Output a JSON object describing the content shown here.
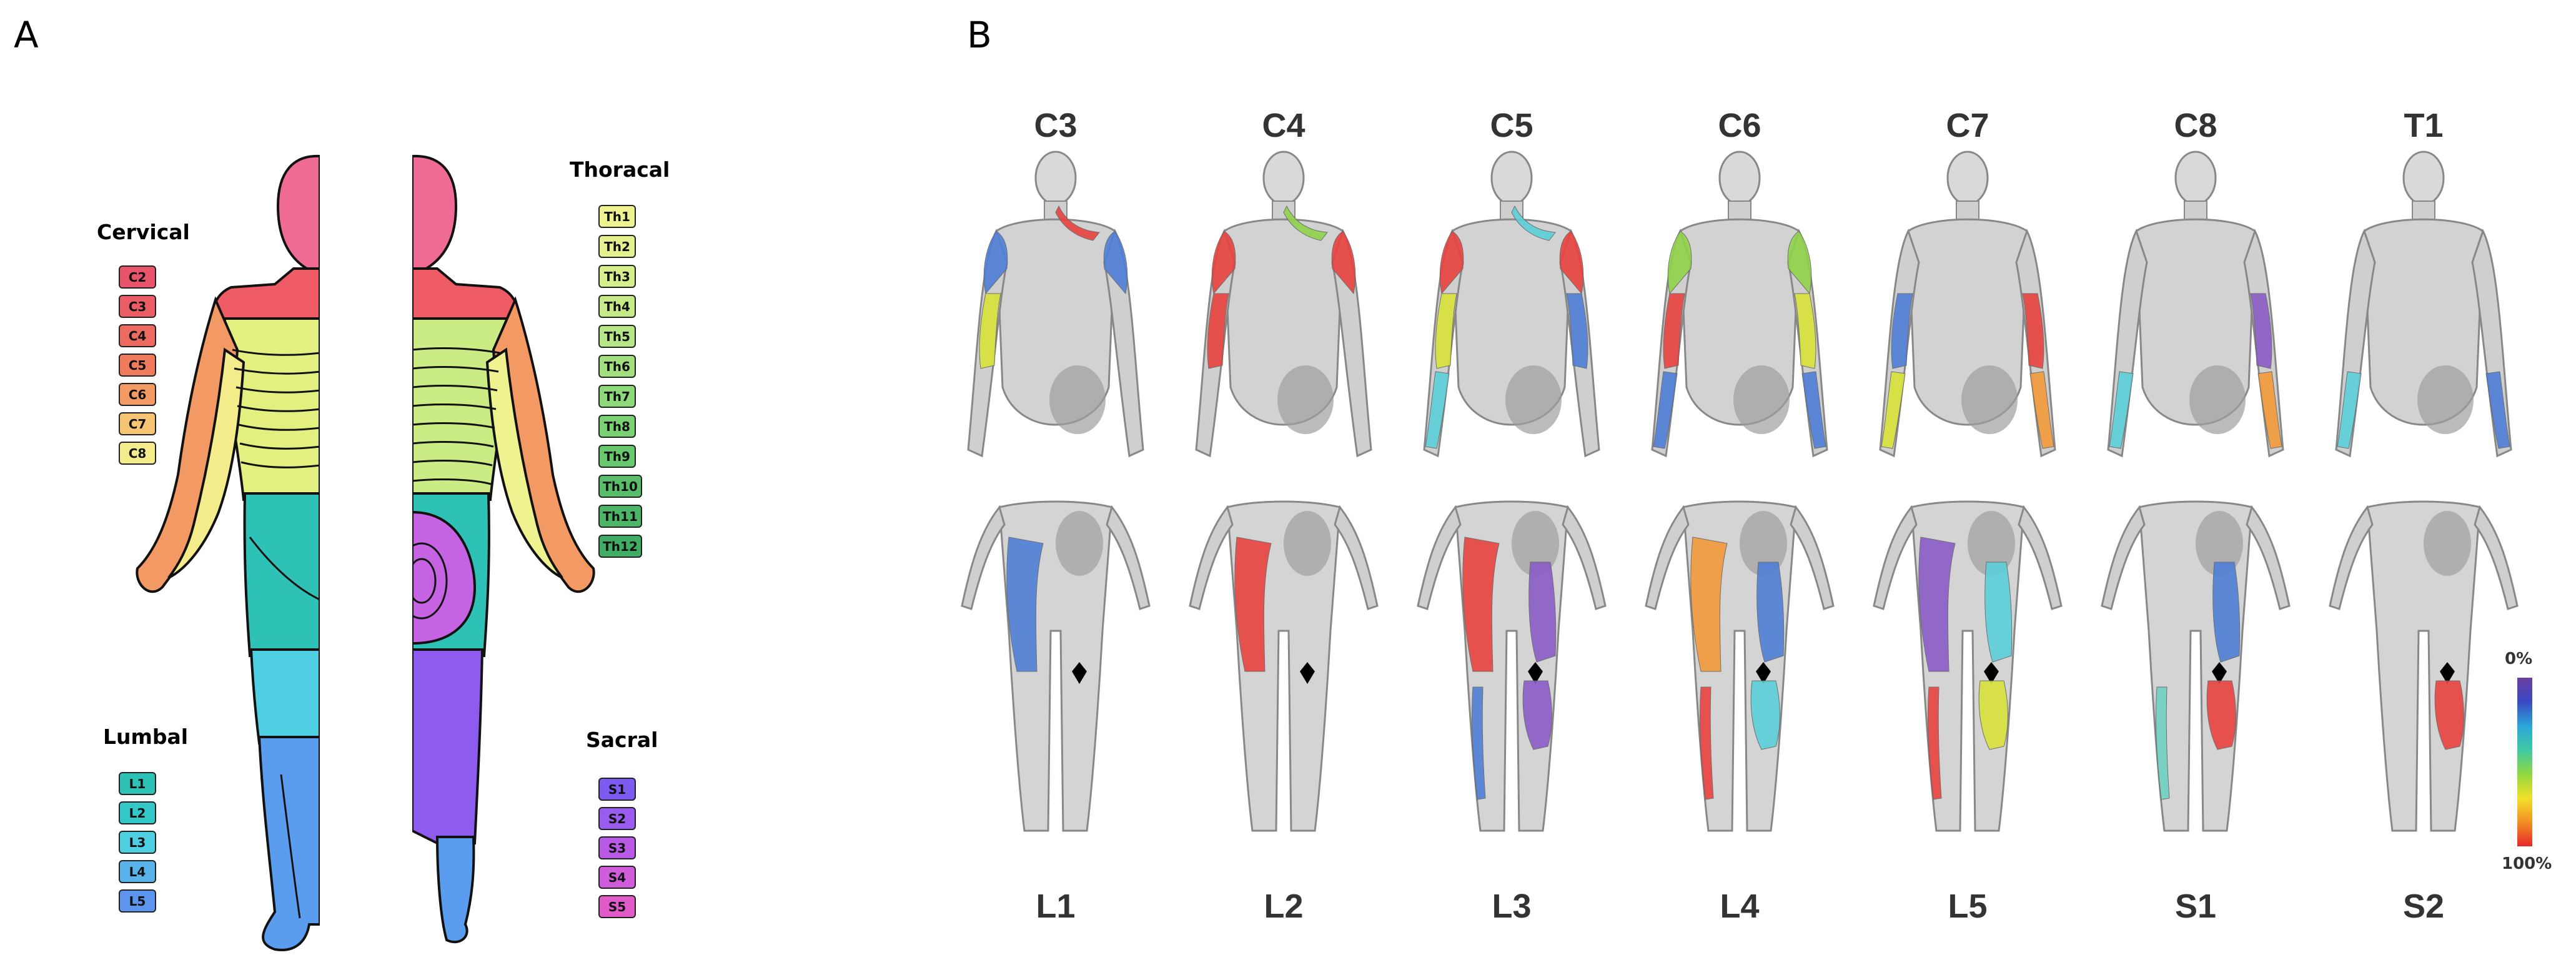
{
  "panel_labels": {
    "a": "A",
    "b": "B"
  },
  "panel_a": {
    "groups": {
      "cervical": {
        "title": "Cervical",
        "items": [
          "C2",
          "C3",
          "C4",
          "C5",
          "C6",
          "C7",
          "C8"
        ],
        "colors": [
          "#e8546a",
          "#eb5d64",
          "#ed6a60",
          "#f07a5c",
          "#f39a64",
          "#f6c473",
          "#f4ec8a"
        ]
      },
      "thoracal": {
        "title": "Thoracal",
        "items": [
          "Th1",
          "Th2",
          "Th3",
          "Th4",
          "Th5",
          "Th6",
          "Th7",
          "Th8",
          "Th9",
          "Th10",
          "Th11",
          "Th12"
        ],
        "colors": [
          "#eef38f",
          "#e5f18e",
          "#d6ee8c",
          "#c7ea88",
          "#b6e685",
          "#a2e07f",
          "#8ed979",
          "#79d173",
          "#68c86d",
          "#59be69",
          "#4cb566",
          "#3fad63"
        ]
      },
      "lumbal": {
        "title": "Lumbal",
        "items": [
          "L1",
          "L2",
          "L3",
          "L4",
          "L5"
        ],
        "colors": [
          "#2ec2b6",
          "#34c7c8",
          "#4fd0e2",
          "#5ab2ea",
          "#5c94ee"
        ]
      },
      "sacral": {
        "title": "Sacral",
        "items": [
          "S1",
          "S2",
          "S3",
          "S4",
          "S5"
        ],
        "colors": [
          "#7c5cf0",
          "#9a5cee",
          "#b85ae6",
          "#d05cdb",
          "#e05bc8"
        ]
      }
    }
  },
  "panel_b": {
    "top_labels": [
      "C3",
      "C4",
      "C5",
      "C6",
      "C7",
      "C8",
      "T1"
    ],
    "bottom_labels": [
      "L1",
      "L2",
      "L3",
      "L4",
      "L5",
      "S1",
      "S2"
    ],
    "colorbar": {
      "top": "0%",
      "bottom": "100%"
    },
    "colors": {
      "red": "#e8433f",
      "orange": "#f39a3a",
      "yellow": "#d9e23a",
      "green": "#8fd34a",
      "cyan": "#5ccfd9",
      "blue": "#4f7fd6",
      "purple": "#8a5cc6",
      "teal": "#6fd1c2"
    }
  }
}
